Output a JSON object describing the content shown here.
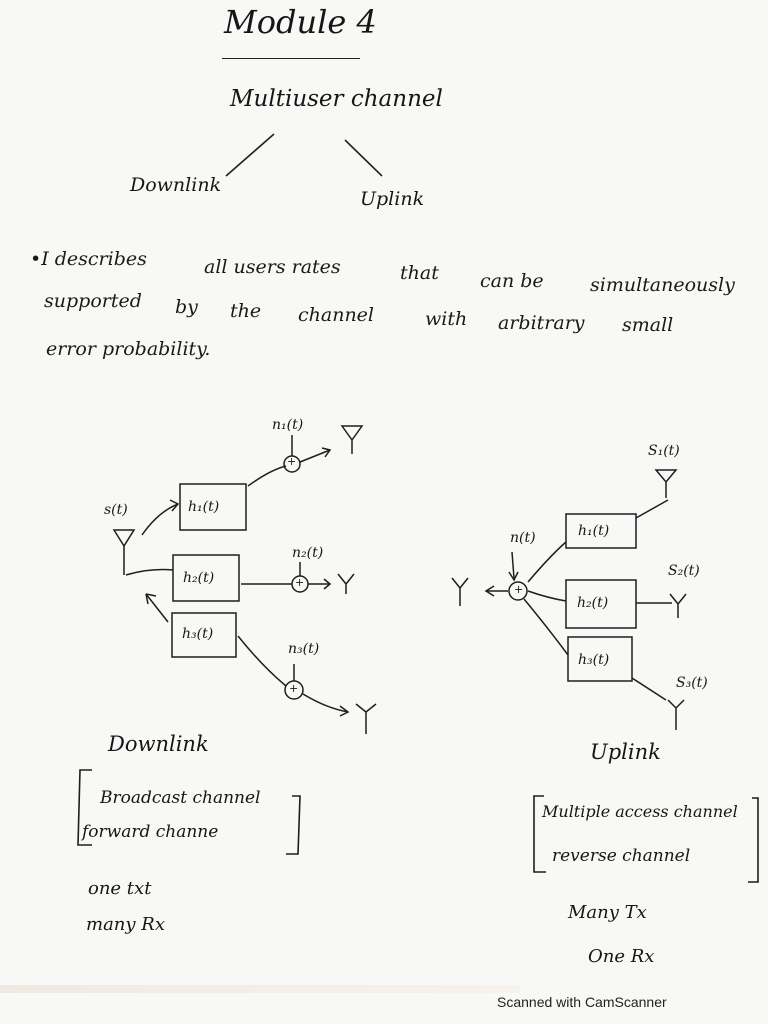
{
  "page": {
    "title": "Module 4",
    "subtitle": "Multiuser channel",
    "branches": {
      "left": "Downlink",
      "right": "Uplink"
    },
    "paragraph": {
      "line1": [
        "•I describes",
        "all users rates",
        "that",
        "can be",
        "simultaneously"
      ],
      "line2": [
        "supported",
        "by",
        "the",
        "channel",
        "with",
        "arbitrary",
        "small"
      ],
      "line3": [
        "error probability."
      ]
    }
  },
  "downlink_diagram": {
    "input_label": "s(t)",
    "filters": [
      "h₁(t)",
      "h₂(t)",
      "h₃(t)"
    ],
    "noise_labels": [
      "n₁(t)",
      "n₂(t)",
      "n₃(t)"
    ],
    "adder_symbol": "+"
  },
  "uplink_diagram": {
    "noise_label": "n(t)",
    "filters": [
      "h₁(t)",
      "h₂(t)",
      "h₃(t)"
    ],
    "source_labels": [
      "S₁(t)",
      "S₂(t)",
      "S₃(t)"
    ],
    "adder_symbol": "+"
  },
  "downlink_notes": {
    "heading": "Downlink",
    "bracket_items": [
      "Broadcast channel",
      "forward channe"
    ],
    "tx": "one txt",
    "rx": "many Rx"
  },
  "uplink_notes": {
    "heading": "Uplink",
    "bracket_items": [
      "Multiple access channel",
      "reverse channel"
    ],
    "tx": "Many Tx",
    "rx": "One Rx"
  },
  "watermark": "Scanned with CamScanner"
}
